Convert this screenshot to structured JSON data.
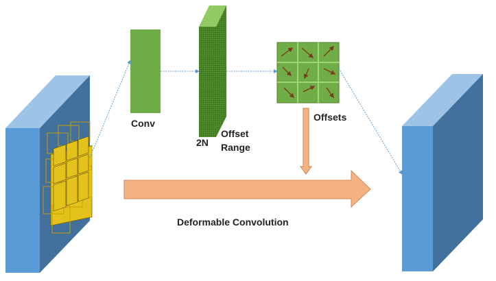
{
  "labels": {
    "conv": "Conv",
    "two_n": "2N",
    "offset": "Offset",
    "range": "Range",
    "offsets": "Offsets",
    "deformable_convolution": "Deformable Convolution"
  },
  "colors": {
    "cube_front": "#5b9bd5",
    "cube_side": "#41719c",
    "cube_top": "#9dc3e6",
    "conv_green": "#70ad47",
    "grid_yellow": "#e4c21c",
    "arrow_orange": "#f4b183",
    "connector_blue": "#5b9bd5"
  }
}
